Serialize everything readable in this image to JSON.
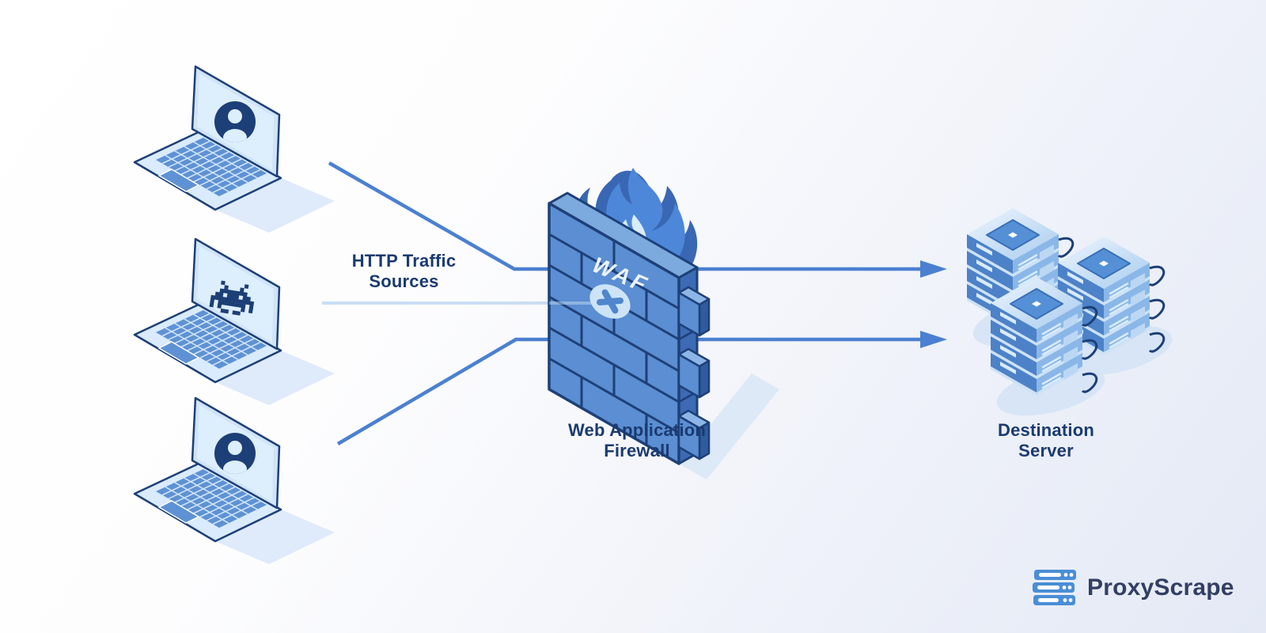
{
  "diagram": {
    "traffic_sources_label": {
      "line1": "HTTP Traffic",
      "line2": "Sources"
    },
    "firewall_label": {
      "line1": "Web Application",
      "line2": "Firewall"
    },
    "destination_label": {
      "line1": "Destination",
      "line2": "Server"
    },
    "wall_text": "WAF",
    "nodes": {
      "sources": [
        "laptop-with-user-avatar",
        "laptop-with-space-invader-bot",
        "laptop-with-user-avatar"
      ],
      "filter": "brick-firewall-with-flame",
      "target": "three-server-stacks"
    },
    "flows": {
      "allowed": "solid blue lines from top and bottom laptops pass through wall to servers with arrowheads",
      "blocked": "light blue line from middle (bot) laptop stops at X badge on wall"
    },
    "icons": [
      "user-avatar-icon",
      "space-invader-icon",
      "flame-icon",
      "block-x-icon",
      "brick-wall-icon",
      "server-stack-icon",
      "arrow-right-icon",
      "proxyscrape-server-icon"
    ],
    "colors": {
      "background_start": "#ffffff",
      "background_end": "#e4e9f5",
      "line_allowed": "#4b80d1",
      "line_blocked": "#c9def3",
      "navy_outline": "#1d3f77",
      "label_text": "#1b3a70",
      "wall_front": "#5b8ed2",
      "wall_top": "#7caade",
      "wall_side": "#3c6ab4",
      "wall_mortar": "#1e4078",
      "flame_outer": "#3a67b3",
      "flame_main": "#4d87d9",
      "flame_inner": "#d9ecfa",
      "laptop_body": "#d9ebfc",
      "laptop_screen": "#ddeefc",
      "laptop_keys": "#5e92d4",
      "server_left_face": "#4d82c8",
      "server_right_face": "#8ab7e8",
      "logo_blue": "#4a8ed6",
      "logo_text_color": "#323f63"
    }
  },
  "branding": {
    "logo_text": "ProxyScrape"
  }
}
